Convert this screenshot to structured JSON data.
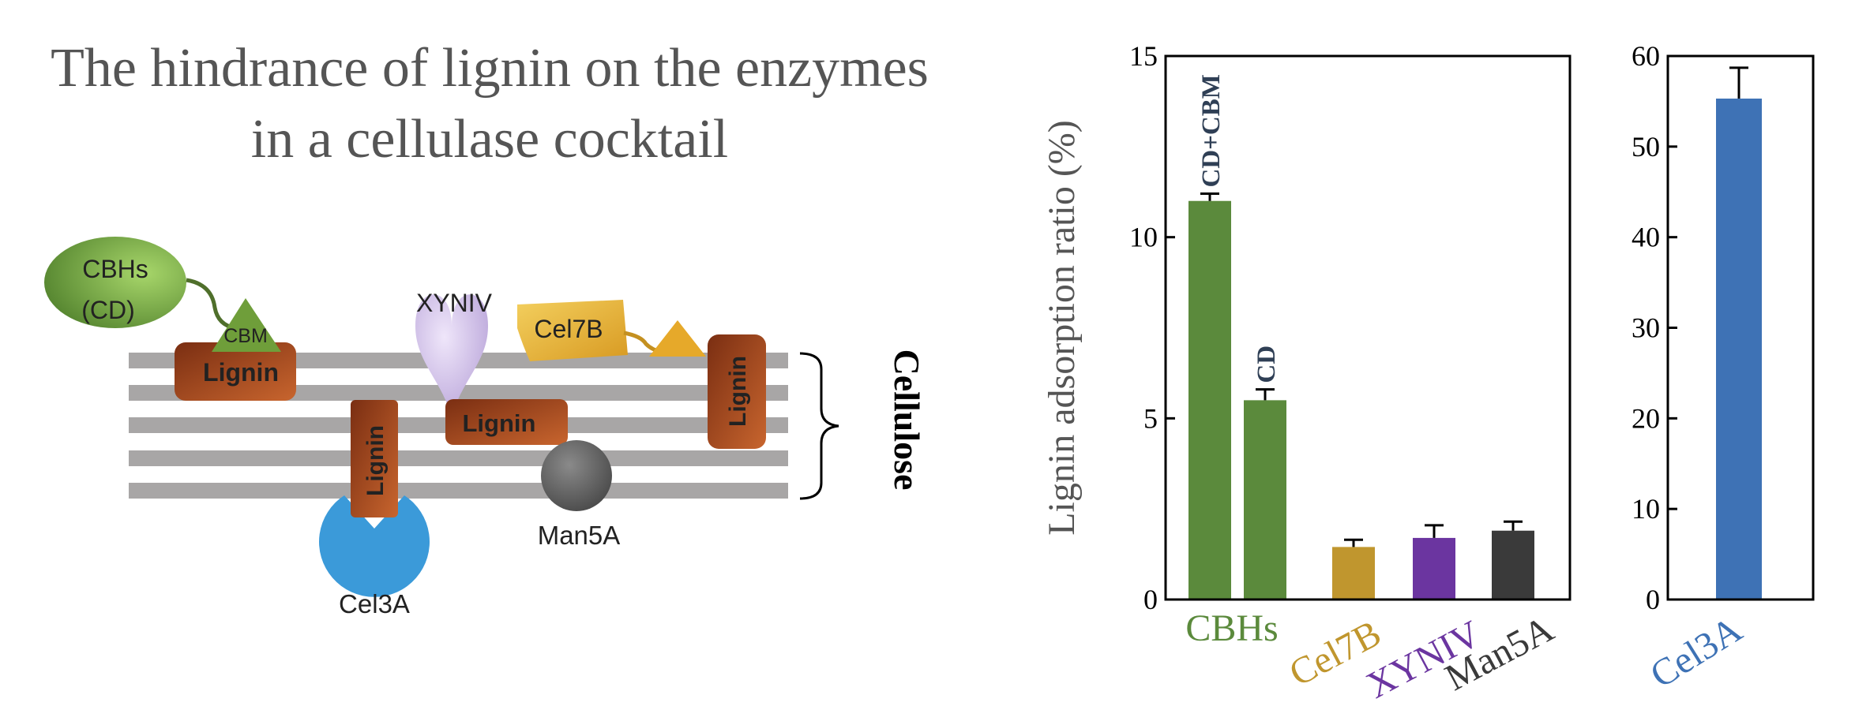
{
  "illustration": {
    "title_line1": "The hindrance of lignin on the enzymes",
    "title_line2": "in a cellulase cocktail",
    "cbh_label_line1": "CBHs",
    "cbh_label_line2": "(CD)",
    "cbm_label": "CBM",
    "xyniv_label": "XYNIV",
    "cel7b_label": "Cel7B",
    "lignin_label": "Lignin",
    "man5a_label": "Man5A",
    "cel3a_label": "Cel3A",
    "cellulose_label": "Cellulose",
    "colors": {
      "cbh_green": "#6f9e3a",
      "lignin_brown": "#b5521f",
      "cellulose_gray": "#a8a6a6",
      "xyniv_lilac": "#c9b8e3",
      "cel7b_gold": "#e8b43a",
      "man5a_gray": "#555555",
      "cel3a_blue": "#3b9ad9"
    }
  },
  "chart_data": [
    {
      "type": "bar",
      "ylabel": "Lignin adsorption ratio (%)",
      "ylim": [
        0,
        15
      ],
      "yticks": [
        "0",
        "5",
        "10",
        "15"
      ],
      "bars": [
        {
          "group": "CBHs",
          "annotation": "CD+CBM",
          "value": 11.0,
          "error": 0.2,
          "color": "#5b8a3c"
        },
        {
          "group": "CBHs",
          "annotation": "CD",
          "value": 5.5,
          "error": 0.3,
          "color": "#5b8a3c"
        },
        {
          "group": "Cel7B",
          "annotation": "",
          "value": 1.45,
          "error": 0.2,
          "color": "#c0962e"
        },
        {
          "group": "XYNIV",
          "annotation": "",
          "value": 1.7,
          "error": 0.35,
          "color": "#6b35a0"
        },
        {
          "group": "Man5A",
          "annotation": "",
          "value": 1.9,
          "error": 0.25,
          "color": "#3a3a3a"
        }
      ],
      "categories": [
        {
          "label": "CBHs",
          "color": "#5b8a3c"
        },
        {
          "label": "Cel7B",
          "color": "#c0962e"
        },
        {
          "label": "XYNIV",
          "color": "#6b35a0"
        },
        {
          "label": "Man5A",
          "color": "#3a3a3a"
        }
      ],
      "grid": false
    },
    {
      "type": "bar",
      "ylim": [
        0,
        60
      ],
      "yticks": [
        "0",
        "10",
        "20",
        "30",
        "40",
        "50",
        "60"
      ],
      "bars": [
        {
          "group": "Cel3A",
          "value": 55.3,
          "error": 3.4,
          "color": "#3e72b5"
        }
      ],
      "categories": [
        {
          "label": "Cel3A",
          "color": "#3e72b5"
        }
      ],
      "grid": false
    }
  ]
}
